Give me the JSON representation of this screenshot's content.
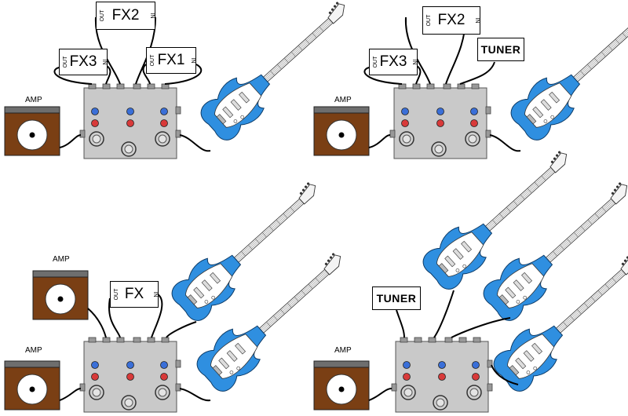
{
  "panels": [
    {
      "id": "top-left",
      "amp_label": "AMP",
      "fx_boxes": [
        {
          "name": "FX3",
          "out": "OUT",
          "in": "IN"
        },
        {
          "name": "FX2",
          "out": "OUT",
          "in": "IN"
        },
        {
          "name": "FX1",
          "out": "OUT",
          "in": "IN"
        }
      ]
    },
    {
      "id": "top-right",
      "amp_label": "AMP",
      "fx_boxes": [
        {
          "name": "FX3",
          "out": "OUT",
          "in": "IN"
        },
        {
          "name": "FX2",
          "out": "OUT",
          "in": "IN"
        }
      ],
      "tuner_label": "TUNER"
    },
    {
      "id": "bottom-left",
      "amp_labels": [
        "AMP",
        "AMP"
      ],
      "fx_boxes": [
        {
          "name": "FX",
          "out": "OUT",
          "in": "IN"
        }
      ]
    },
    {
      "id": "bottom-right",
      "amp_label": "AMP",
      "tuner_label": "TUNER"
    }
  ],
  "colors": {
    "guitar_body": "#2f8fe0",
    "pickguard": "#ffffff",
    "amp_cabinet": "#7a3f14",
    "amp_top": "#6e6e6e",
    "pedal_body": "#c9c9c9",
    "led_blue": "#3a6fd8",
    "led_red": "#d83a3a"
  }
}
